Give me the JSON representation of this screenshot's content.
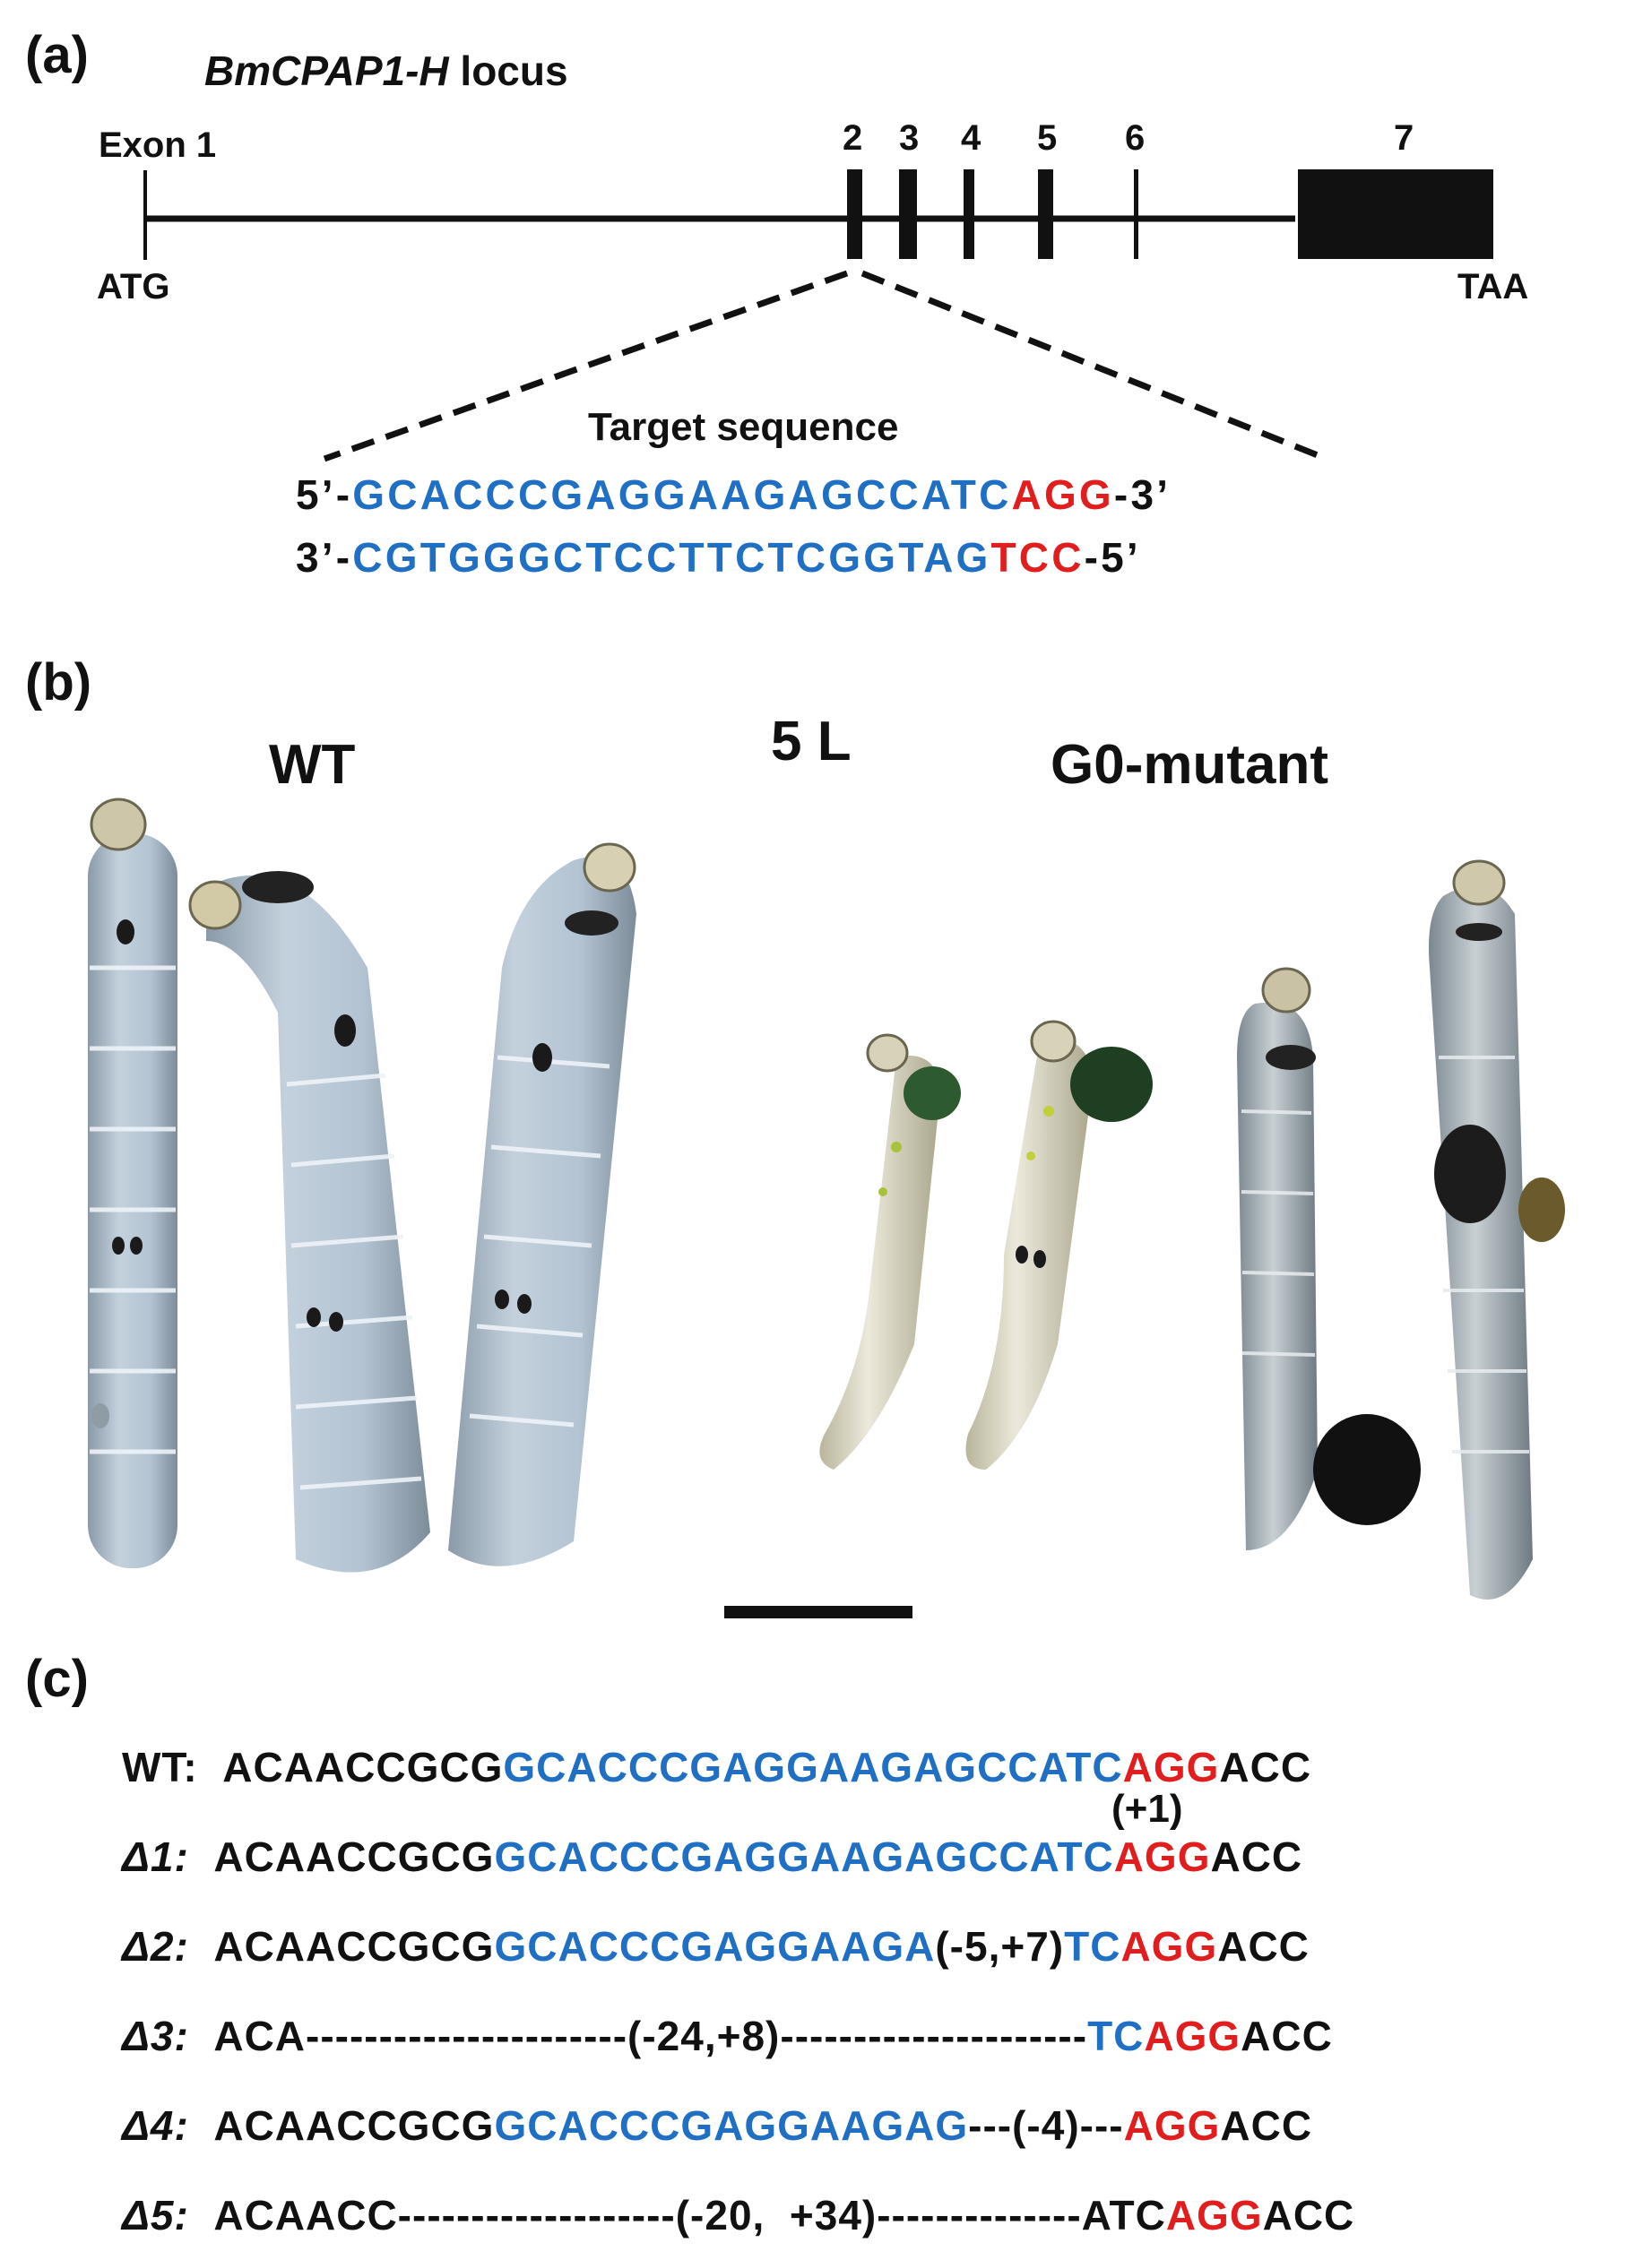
{
  "panel_a": {
    "label": "(a)",
    "locus_gene": "BmCPAP1-H",
    "locus_suffix": " locus",
    "exon1_label": "Exon 1",
    "exon_numbers": [
      "2",
      "3",
      "4",
      "5",
      "6",
      "7"
    ],
    "start_codon": "ATG",
    "stop_codon": "TAA",
    "target_title": "Target sequence",
    "seq_top": {
      "prefix": "5’-",
      "guide": "GCACCCGAGGAAGAGCCATC",
      "pam": "AGG",
      "suffix": "-3’"
    },
    "seq_bottom": {
      "prefix": "3’-",
      "guide": "CGTGGGCTCCTTCTCGGTAG",
      "pam": "TCC",
      "suffix": "-5’"
    }
  },
  "panel_b": {
    "label": "(b)",
    "wt_label": "WT",
    "stage_label": "5 L",
    "mutant_label": "G0-mutant"
  },
  "panel_c": {
    "label": "(c)",
    "insertion_note": "(+1)",
    "rows": [
      {
        "name": "WT:",
        "parts": [
          {
            "t": "ACAACCGCG",
            "c": "black"
          },
          {
            "t": "GCACCCGAGGAAGAGCCATC",
            "c": "blue"
          },
          {
            "t": "AGG",
            "c": "red"
          },
          {
            "t": "ACC",
            "c": "black"
          }
        ]
      },
      {
        "name": "Δ1:",
        "parts": [
          {
            "t": "ACAACCGCG",
            "c": "black"
          },
          {
            "t": "GCACCCGAGGAAGAGCCATC",
            "c": "blue"
          },
          {
            "t": "AGG",
            "c": "red"
          },
          {
            "t": "ACC",
            "c": "black"
          }
        ]
      },
      {
        "name": "Δ2:",
        "parts": [
          {
            "t": "ACAACCGCG",
            "c": "black"
          },
          {
            "t": "GCACCCGAGGAAGA",
            "c": "blue"
          },
          {
            "t": "(-5,+7)",
            "c": "black"
          },
          {
            "t": "TC",
            "c": "blue"
          },
          {
            "t": "AGG",
            "c": "red"
          },
          {
            "t": "ACC",
            "c": "black"
          }
        ]
      },
      {
        "name": "Δ3:",
        "parts": [
          {
            "t": "ACA----------------------(-24,+8)---------------------",
            "c": "black"
          },
          {
            "t": "TC",
            "c": "blue"
          },
          {
            "t": "AGG",
            "c": "red"
          },
          {
            "t": "ACC",
            "c": "black"
          }
        ]
      },
      {
        "name": "Δ4:",
        "parts": [
          {
            "t": "ACAACCGCG",
            "c": "black"
          },
          {
            "t": "GCACCCGAGGAAGAG",
            "c": "blue"
          },
          {
            "t": "---(-4)---",
            "c": "black"
          },
          {
            "t": "AGG",
            "c": "red"
          },
          {
            "t": "ACC",
            "c": "black"
          }
        ]
      },
      {
        "name": "Δ5:",
        "parts": [
          {
            "t": "ACAACC-------------------(-20,  +34)--------------ATC",
            "c": "black"
          },
          {
            "t": "AGG",
            "c": "red"
          },
          {
            "t": "ACC",
            "c": "black"
          }
        ]
      }
    ]
  },
  "colors": {
    "guide": "#1f6fc4",
    "pam": "#e21d1d",
    "text": "#111111"
  }
}
